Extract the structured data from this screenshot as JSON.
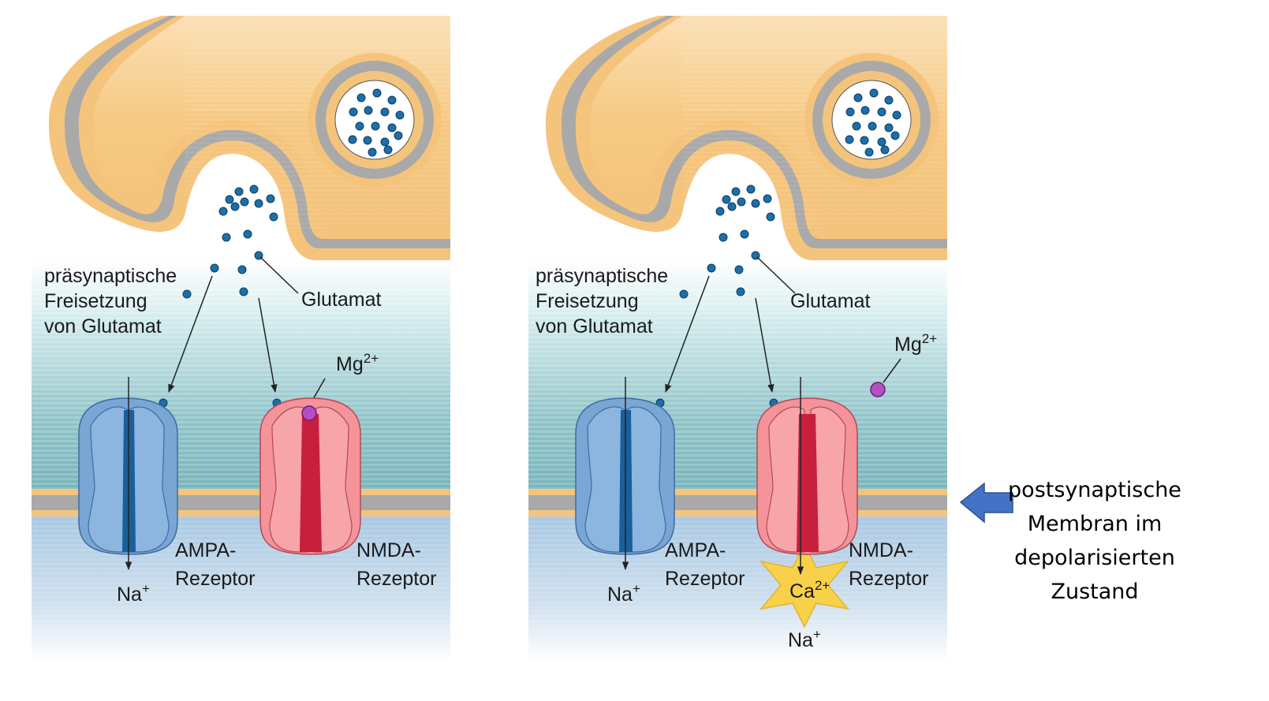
{
  "panels": [
    {
      "label_release": [
        "präsynaptische",
        "Freisetzung",
        "von Glutamat"
      ],
      "label_glutamate": "Glutamat",
      "label_mg": "Mg",
      "label_mg_sup": "2+",
      "label_ampa": [
        "AMPA-",
        "Rezeptor"
      ],
      "label_nmda": [
        "NMDA-",
        "Rezeptor"
      ],
      "label_na": "Na",
      "label_na_sup": "+"
    },
    {
      "label_release": [
        "präsynaptische",
        "Freisetzung",
        "von Glutamat"
      ],
      "label_glutamate": "Glutamat",
      "label_mg": "Mg",
      "label_mg_sup": "2+",
      "label_ampa": [
        "AMPA-",
        "Rezeptor"
      ],
      "label_nmda": [
        "NMDA-",
        "Rezeptor"
      ],
      "label_na": "Na",
      "label_na_sup": "+",
      "label_ca": "Ca",
      "label_ca_sup": "2+",
      "label_na2": "Na",
      "label_na2_sup": "+"
    }
  ],
  "annotation": {
    "lines": [
      "postsynaptische",
      "Membran im",
      "depolarisierten",
      "Zustand"
    ]
  },
  "colors": {
    "cytoplasm": "#f6c983",
    "membrane_gray": "#a9a9a9",
    "cleft": "#bcdde2",
    "ampa": "#7aa6d6",
    "nmda": "#f4939a",
    "magnesium": "#b34fc3",
    "glutamate": "#1d6fa8",
    "calcium_star": "#f7d14a",
    "arrow": "#4472c4"
  }
}
